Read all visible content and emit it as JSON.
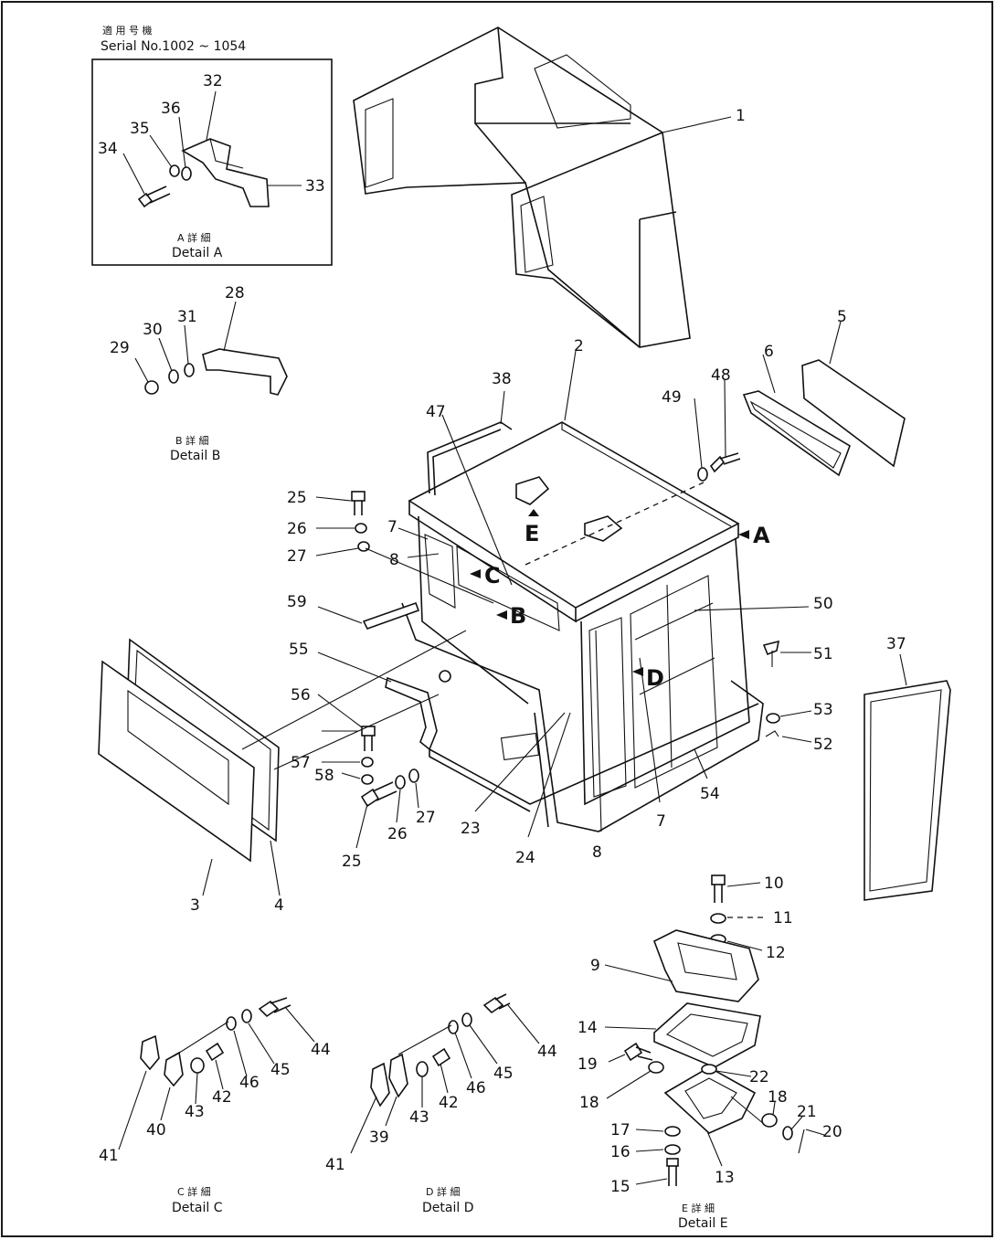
{
  "serial_note": {
    "jp": "適 用 号 機",
    "label": "Serial No.1002 ~ 1054"
  },
  "details": {
    "A": {
      "jp": "A 詳 細",
      "en": "Detail  A"
    },
    "B": {
      "jp": "B 詳 細",
      "en": "Detail  B"
    },
    "C": {
      "jp": "C 詳 細",
      "en": "Detail  C"
    },
    "D": {
      "jp": "D 詳 細",
      "en": "Detail  D"
    },
    "E": {
      "jp": "E 詳 細",
      "en": "Detail  E"
    }
  },
  "view_arrows": [
    "A",
    "B",
    "C",
    "D",
    "E"
  ],
  "part_numbers": {
    "p1": "1",
    "p2": "2",
    "p3": "3",
    "p4": "4",
    "p5": "5",
    "p6": "6",
    "p7a": "7",
    "p7b": "7",
    "p8a": "8",
    "p8b": "8",
    "p9": "9",
    "p10": "10",
    "p11": "11",
    "p12": "12",
    "p13": "13",
    "p14": "14",
    "p15": "15",
    "p16": "16",
    "p17": "17",
    "p18a": "18",
    "p18b": "18",
    "p19": "19",
    "p20": "20",
    "p21": "21",
    "p22": "22",
    "p23": "23",
    "p24": "24",
    "p25a": "25",
    "p25b": "25",
    "p26a": "26",
    "p26b": "26",
    "p27a": "27",
    "p27b": "27",
    "p28": "28",
    "p29": "29",
    "p30": "30",
    "p31": "31",
    "p32": "32",
    "p33": "33",
    "p34": "34",
    "p35": "35",
    "p36": "36",
    "p37": "37",
    "p38": "38",
    "p39": "39",
    "p40": "40",
    "p41a": "41",
    "p41b": "41",
    "p42a": "42",
    "p42b": "42",
    "p43a": "43",
    "p43b": "43",
    "p44a": "44",
    "p44b": "44",
    "p45a": "45",
    "p45b": "45",
    "p46a": "46",
    "p46b": "46",
    "p47": "47",
    "p48": "48",
    "p49": "49",
    "p50": "50",
    "p51": "51",
    "p52": "52",
    "p53": "53",
    "p54": "54",
    "p55": "55",
    "p56": "56",
    "p57": "57",
    "p58": "58",
    "p59": "59"
  }
}
